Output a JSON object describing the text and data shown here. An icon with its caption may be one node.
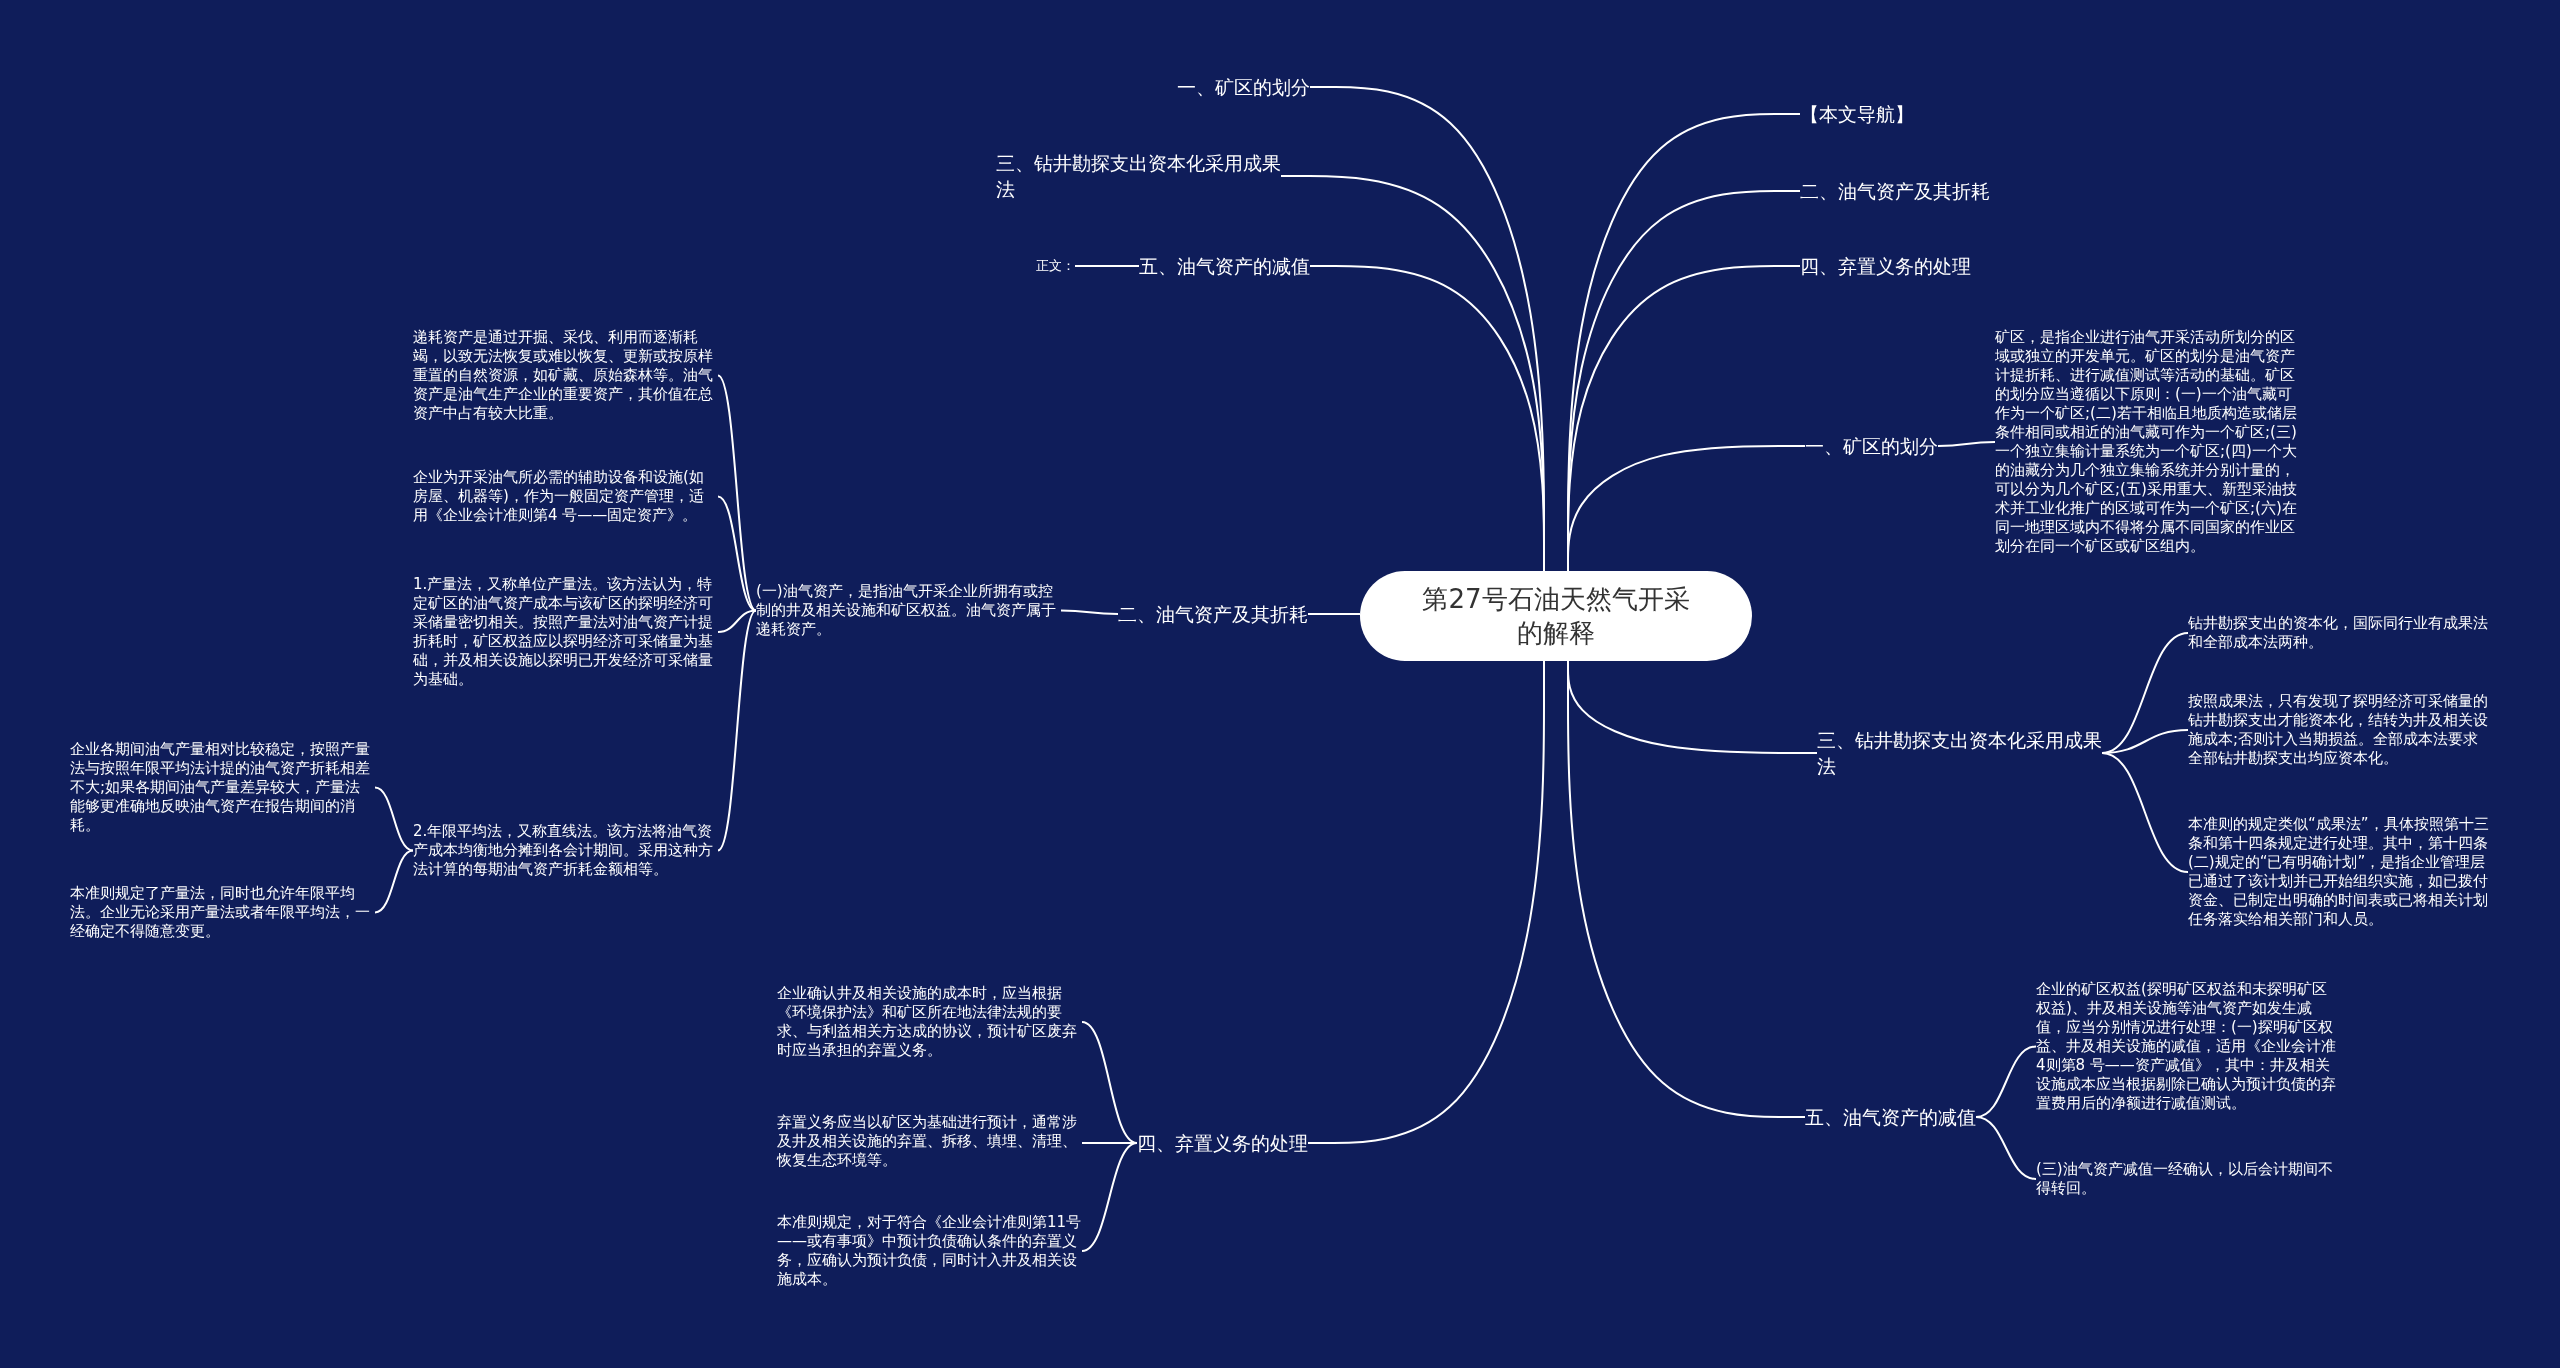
{
  "diagram": {
    "nodes": [
      {
        "text": [
          "第27号石油天然气开采的解释"
        ]
      },
      {
        "text": [
          "一、矿区的划分"
        ]
      },
      {
        "text": [
          "三、钻井勘探支出资本化采用成果法"
        ]
      },
      {
        "text": [
          "五、油气资产的减值"
        ]
      },
      {
        "text": [
          "正文："
        ]
      },
      {
        "text": [
          "【本文导航】"
        ]
      },
      {
        "text": [
          "二、油气资产及其折耗"
        ]
      },
      {
        "text": [
          "四、弃置义务的处理"
        ]
      },
      {
        "text": [
          "一、矿区的划分"
        ]
      },
      {
        "text": [
          "矿区，是指企业进行油气开采活动所划分的区域或独立的开发单元。矿区的划分是油气资产计提折耗、进行减值测试等活动的基础。矿区的划分应当遵循以下原则：(一)一个油气藏可作为一个矿区;(二)若干相临且地质构造或储层条件相同或相近的油气藏可作为一个矿区;(三)一个独立集输计量系统为一个矿区;(四)一个大的油藏分为几个独立集输系统并分别计量的，可以分为几个矿区;(五)采用重大、新型采油技术并工业化推广的区域可作为一个矿区;(六)在同一地理区域内不得将分属不同国家的作业区划分在同一个矿区或矿区组内。"
        ]
      },
      {
        "text": [
          "三、钻井勘探支出资本化采用成果法"
        ]
      },
      {
        "text": [
          "钻井勘探支出的资本化，国际同行业有成果法和全部成本法两种。"
        ]
      },
      {
        "text": [
          "按照成果法，只有发现了探明经济可采储量的钻井勘探支出才能资本化，结转为井及相关设施成本;否则计入当期损益。全部成本法要求全部钻井勘探支出均应资本化。"
        ]
      },
      {
        "text": [
          "本准则的规定类似“成果法”，具体按照第十三条和第十四条规定进行处理。其中，第十四条(二)规定的“已有明确计划”，是指企业管理层已通过了该计划并已开始组织实施，如已拨付资金、已制定出明确的时间表或已将相关计划任务落实给相关部门和人员。"
        ]
      },
      {
        "text": [
          "五、油气资产的减值"
        ]
      },
      {
        "text": [
          "企业的矿区权益(探明矿区权益和未探明矿区权益)、井及相关设施等油气资产如发生减值，应当分别情况进行处理：(一)探明矿区权益、井及相关设施的减值，适用《企业会计准4则第8 号——资产减值》，其中：井及相关设施成本应当根据剔除已确认为预计负债的弃置费用后的净额进行减值测试。"
        ]
      },
      {
        "text": [
          "(三)油气资产减值一经确认，以后会计期间不得转回。"
        ]
      },
      {
        "text": [
          "二、油气资产及其折耗"
        ]
      },
      {
        "text": [
          "(一)油气资产，是指油气开采企业所拥有或控制的井及相关设施和矿区权益。油气资产属于递耗资产。"
        ]
      },
      {
        "text": [
          "递耗资产是通过开掘、采伐、利用而逐渐耗竭，以致无法恢复或难以恢复、更新或按原样重置的自然资源，如矿藏、原始森林等。油气资产是油气生产企业的重要资产，其价值在总资产中占有较大比重。"
        ]
      },
      {
        "text": [
          "企业为开采油气所必需的辅助设备和设施(如房屋、机器等)，作为一般固定资产管理，适用《企业会计准则第4 号——固定资产》。"
        ]
      },
      {
        "text": [
          "1.产量法，又称单位产量法。该方法认为，特定矿区的油气资产成本与该矿区的探明经济可采储量密切相关。按照产量法对油气资产计提折耗时，矿区权益应以探明经济可采储量为基础，并及相关设施以探明已开发经济可采储量为基础。"
        ]
      },
      {
        "text": [
          "2.年限平均法，又称直线法。该方法将油气资产成本均衡地分摊到各会计期间。采用这种方法计算的每期油气资产折耗金额相等。"
        ]
      },
      {
        "text": [
          "企业各期间油气产量相对比较稳定，按照产量法与按照年限平均法计提的油气资产折耗相差不大;如果各期间油气产量差异较大，产量法能够更准确地反映油气资产在报告期间的消耗。"
        ]
      },
      {
        "text": [
          "本准则规定了产量法，同时也允许年限平均法。企业无论采用产量法或者年限平均法，一经确定不得随意变更。"
        ]
      },
      {
        "text": [
          "四、弃置义务的处理"
        ]
      },
      {
        "text": [
          "企业确认井及相关设施的成本时，应当根据《环境保护法》和矿区所在地法律法规的要求、与利益相关方达成的协议，预计矿区废弃时应当承担的弃置义务。"
        ]
      },
      {
        "text": [
          "弃置义务应当以矿区为基础进行预计，通常涉及井及相关设施的弃置、拆移、填埋、清理、恢复生态环境等。"
        ]
      },
      {
        "text": [
          "本准则规定，对于符合《企业会计准则第11号——或有事项》中预计负债确认条件的弃置义务，应确认为预计负债，同时计入井及相关设施成本。"
        ]
      }
    ],
    "edges": [
      {
        "from": 0,
        "to": 1,
        "arrow": "none"
      },
      {
        "from": 0,
        "to": 2,
        "arrow": "none"
      },
      {
        "from": 0,
        "to": 3,
        "arrow": "none"
      },
      {
        "from": 3,
        "to": 4,
        "arrow": "none"
      },
      {
        "from": 0,
        "to": 5,
        "arrow": "none"
      },
      {
        "from": 0,
        "to": 6,
        "arrow": "none"
      },
      {
        "from": 0,
        "to": 7,
        "arrow": "none"
      },
      {
        "from": 0,
        "to": 8,
        "arrow": "none"
      },
      {
        "from": 8,
        "to": 9,
        "arrow": "none"
      },
      {
        "from": 0,
        "to": 10,
        "arrow": "none"
      },
      {
        "from": 10,
        "to": 11,
        "arrow": "none"
      },
      {
        "from": 10,
        "to": 12,
        "arrow": "none"
      },
      {
        "from": 10,
        "to": 13,
        "arrow": "none"
      },
      {
        "from": 0,
        "to": 14,
        "arrow": "none"
      },
      {
        "from": 14,
        "to": 15,
        "arrow": "none"
      },
      {
        "from": 14,
        "to": 16,
        "arrow": "none"
      },
      {
        "from": 0,
        "to": 17,
        "arrow": "none"
      },
      {
        "from": 17,
        "to": 18,
        "arrow": "none"
      },
      {
        "from": 18,
        "to": 19,
        "arrow": "none"
      },
      {
        "from": 18,
        "to": 20,
        "arrow": "none"
      },
      {
        "from": 18,
        "to": 21,
        "arrow": "none"
      },
      {
        "from": 18,
        "to": 22,
        "arrow": "none"
      },
      {
        "from": 22,
        "to": 23,
        "arrow": "none"
      },
      {
        "from": 22,
        "to": 24,
        "arrow": "none"
      },
      {
        "from": 0,
        "to": 25,
        "arrow": "none"
      },
      {
        "from": 25,
        "to": 26,
        "arrow": "none"
      },
      {
        "from": 25,
        "to": 27,
        "arrow": "none"
      },
      {
        "from": 25,
        "to": 28,
        "arrow": "none"
      }
    ]
  }
}
